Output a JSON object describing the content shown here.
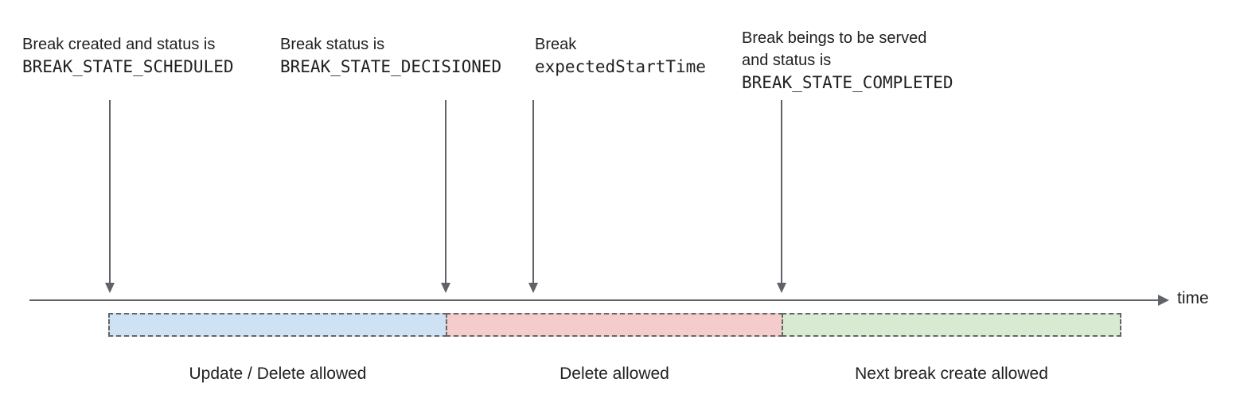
{
  "annotations": [
    {
      "lines": [
        "Break created and status is"
      ],
      "code": "BREAK_STATE_SCHEDULED"
    },
    {
      "lines": [
        "Break status is"
      ],
      "code": "BREAK_STATE_DECISIONED"
    },
    {
      "lines": [
        "Break"
      ],
      "code": "expectedStartTime"
    },
    {
      "lines": [
        "Break beings to be served",
        "and status is"
      ],
      "code": "BREAK_STATE_COMPLETED"
    }
  ],
  "timeline": {
    "axis_label": "time"
  },
  "segments": [
    {
      "label": "Update / Delete allowed",
      "fill": "#cfe2f3"
    },
    {
      "label": "Delete allowed",
      "fill": "#f4cccc"
    },
    {
      "label": "Next break create allowed",
      "fill": "#d9ead3"
    }
  ],
  "colors": {
    "text": "#202124",
    "arrow": "#5f6368",
    "segment_border": "#666666"
  }
}
